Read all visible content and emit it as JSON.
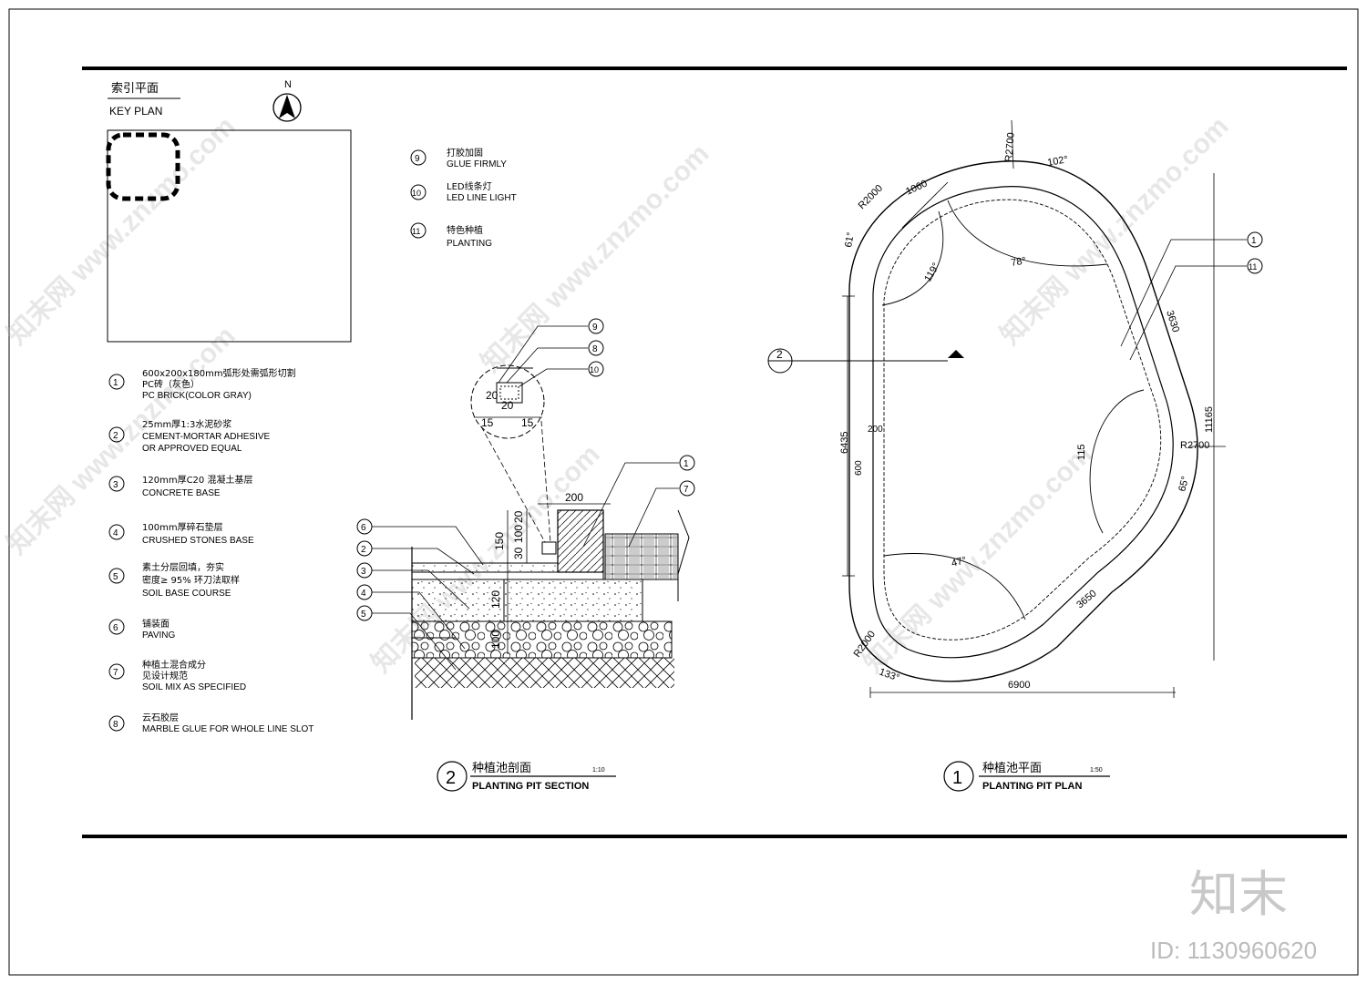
{
  "key_plan": {
    "title_cn": "索引平面",
    "title_en": "KEY PLAN",
    "north": "N"
  },
  "legend_left": [
    {
      "num": "1",
      "cn": "600x200x180mm弧形处需弧形切割",
      "cn2": "PC砖（灰色）",
      "en": "PC BRICK(COLOR GRAY)"
    },
    {
      "num": "2",
      "cn": "25mm厚1:3水泥砂浆",
      "en": "CEMENT-MORTAR ADHESIVE",
      "en2": "OR APPROVED EQUAL"
    },
    {
      "num": "3",
      "cn": "120mm厚C20 混凝土基层",
      "en": "CONCRETE BASE"
    },
    {
      "num": "4",
      "cn": "100mm厚碎石垫层",
      "en": "CRUSHED STONES BASE"
    },
    {
      "num": "5",
      "cn": "素土分层回填，夯实",
      "cn2": "密度≥ 95% 环刀法取样",
      "en": "SOIL BASE COURSE"
    },
    {
      "num": "6",
      "cn": "铺装面",
      "en": "PAVING"
    },
    {
      "num": "7",
      "cn": "种植土混合成分",
      "cn2": "见设计规范",
      "en": "SOIL MIX AS SPECIFIED"
    },
    {
      "num": "8",
      "cn": "云石胶层",
      "en": "MARBLE GLUE FOR WHOLE LINE SLOT"
    }
  ],
  "legend_mid": [
    {
      "num": "9",
      "cn": "打胶加固",
      "en": "GLUE FIRMLY"
    },
    {
      "num": "10",
      "cn": "LED线条灯",
      "en": "LED LINE LIGHT"
    },
    {
      "num": "11",
      "cn": "特色种植",
      "en": "PLANTING"
    }
  ],
  "section": {
    "detail_dims": [
      "20",
      "20",
      "15",
      "15"
    ],
    "dims": [
      "200",
      "150",
      "20",
      "100",
      "30",
      "120",
      "100"
    ],
    "callouts": [
      "9",
      "8",
      "10",
      "1",
      "7",
      "6",
      "2",
      "3",
      "4",
      "5"
    ],
    "title_num": "2",
    "title_cn": "种植池剖面",
    "title_en": "PLANTING PIT SECTION",
    "scale": "1:10"
  },
  "plan": {
    "dims": [
      "R2700",
      "102°",
      "1060",
      "R2000",
      "61°",
      "119°",
      "78°",
      "3630",
      "11165",
      "R2700",
      "65°",
      "115",
      "6435",
      "200",
      "600",
      "47°",
      "3650",
      "R2000",
      "133°",
      "6900"
    ],
    "section_mark": "2",
    "callouts": [
      "1",
      "11"
    ],
    "title_num": "1",
    "title_cn": "种植池平面",
    "title_en": "PLANTING PIT PLAN",
    "scale": "1:50"
  },
  "watermark": {
    "logo": "知末",
    "id": "ID: 1130960620",
    "repeat": "知末网 www.znzmo.com"
  }
}
